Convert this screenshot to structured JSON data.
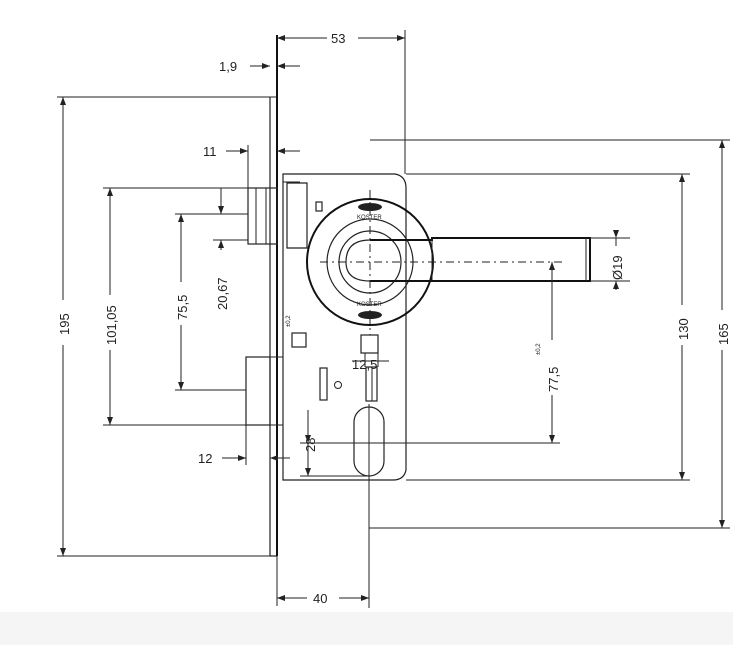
{
  "dimensions": {
    "d53": "53",
    "d1_9": "1,9",
    "d11": "11",
    "d20_67": "20,67",
    "d75_5": "75,5",
    "d101_05": "101,05",
    "d195": "195",
    "d12": "12",
    "d28": "28",
    "d40": "40",
    "d12_5": "12,5",
    "d77_5": "77,5",
    "d130": "130",
    "d165": "165",
    "d_dia19": "Ø19",
    "tol_02": "±0,2",
    "tol_02_left": "±0,2"
  },
  "markings": {
    "rosette_top": "KOSTER",
    "rosette_bottom": "KOSTER"
  }
}
